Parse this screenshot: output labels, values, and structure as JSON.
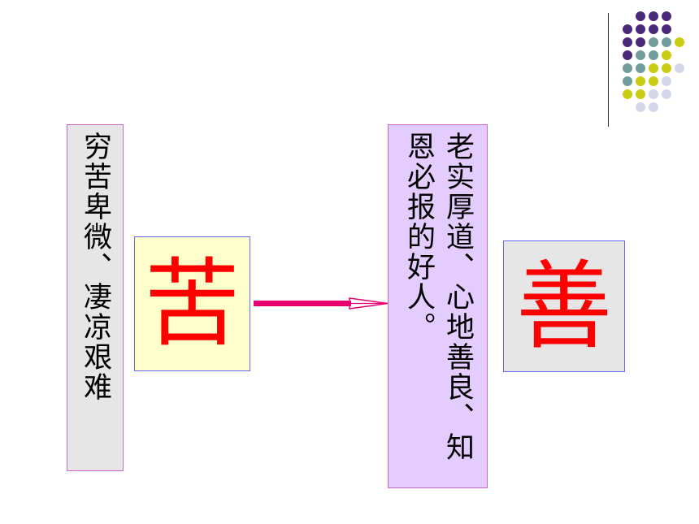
{
  "left_box": {
    "text": "穷苦卑微、凄凉艰难"
  },
  "char_ku": {
    "text": "苦"
  },
  "right_box": {
    "text": "老实厚道、心地善良、知恩必报的好人。"
  },
  "char_shan": {
    "text": "善"
  },
  "colors": {
    "dot_purple": "#4b2a7b",
    "dot_teal": "#6f9e9c",
    "dot_yellow": "#c8cc14",
    "dot_lavender": "#d6d6ea",
    "char_red": "#ff0000",
    "arrow": "#e8006f"
  }
}
